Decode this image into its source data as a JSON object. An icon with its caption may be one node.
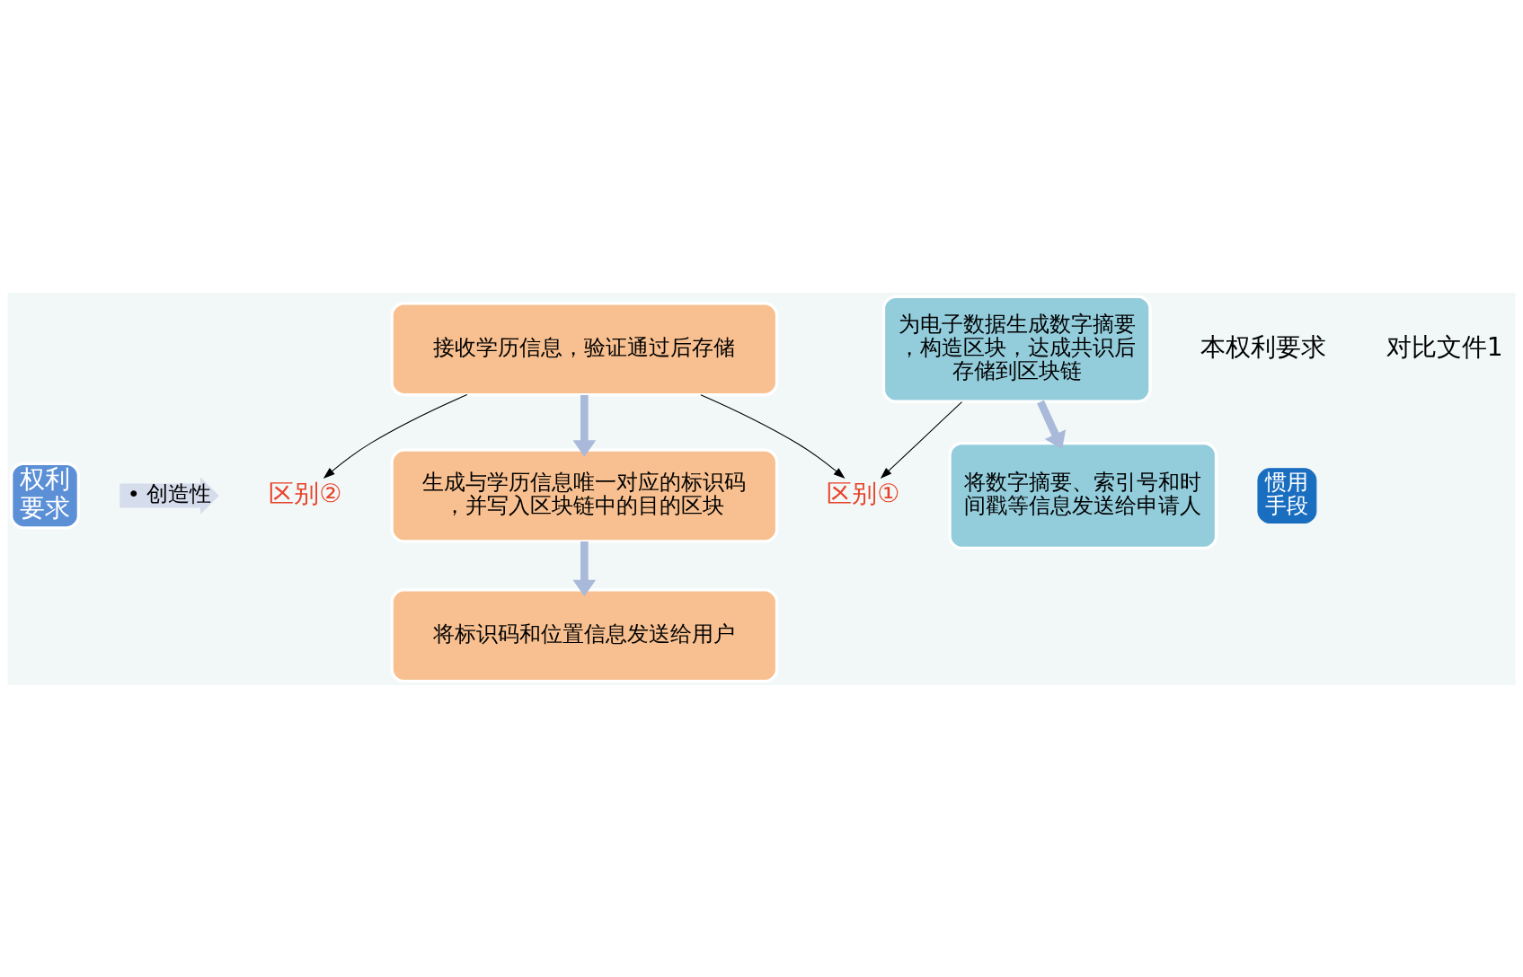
{
  "diagram": {
    "nodes": [
      {
        "text": [
          "权利要求"
        ]
      },
      {
        "text": [
          "• 创造性"
        ]
      },
      {
        "text": [
          "区别①"
        ]
      },
      {
        "text": [
          "接收学历信息，验证通过后存储"
        ]
      },
      {
        "text": [
          "区别②"
        ]
      },
      {
        "text": [
          "惯用手段"
        ]
      },
      {
        "text": [
          "生成与学历信息唯一对应的标识码，并写入区块链中的目的区块"
        ]
      },
      {
        "text": [
          "将标识码和位置信息发送给用户"
        ]
      },
      {
        "text": [
          "为电子数据生成数字摘要，构造区块，达成共识后存储到区块链"
        ]
      },
      {
        "text": [
          "将数字摘要、索引号和时间戳等信息发送给申请人"
        ]
      }
    ],
    "edges": [
      {
        "from": 3,
        "to": 2,
        "arrow": "to"
      },
      {
        "from": 8,
        "to": 2,
        "arrow": "to"
      },
      {
        "from": 3,
        "to": 4,
        "arrow": "to"
      },
      {
        "from": 3,
        "to": 6,
        "arrow": "to",
        "style": "thick",
        "color": "#a9b9d9"
      },
      {
        "from": 6,
        "to": 7,
        "arrow": "to",
        "style": "thick",
        "color": "#a9b9d9"
      },
      {
        "from": 8,
        "to": 9,
        "arrow": "to",
        "style": "thick",
        "color": "#a9b9d9"
      }
    ],
    "labels": [
      "本权利要求",
      "对比文件1"
    ]
  }
}
